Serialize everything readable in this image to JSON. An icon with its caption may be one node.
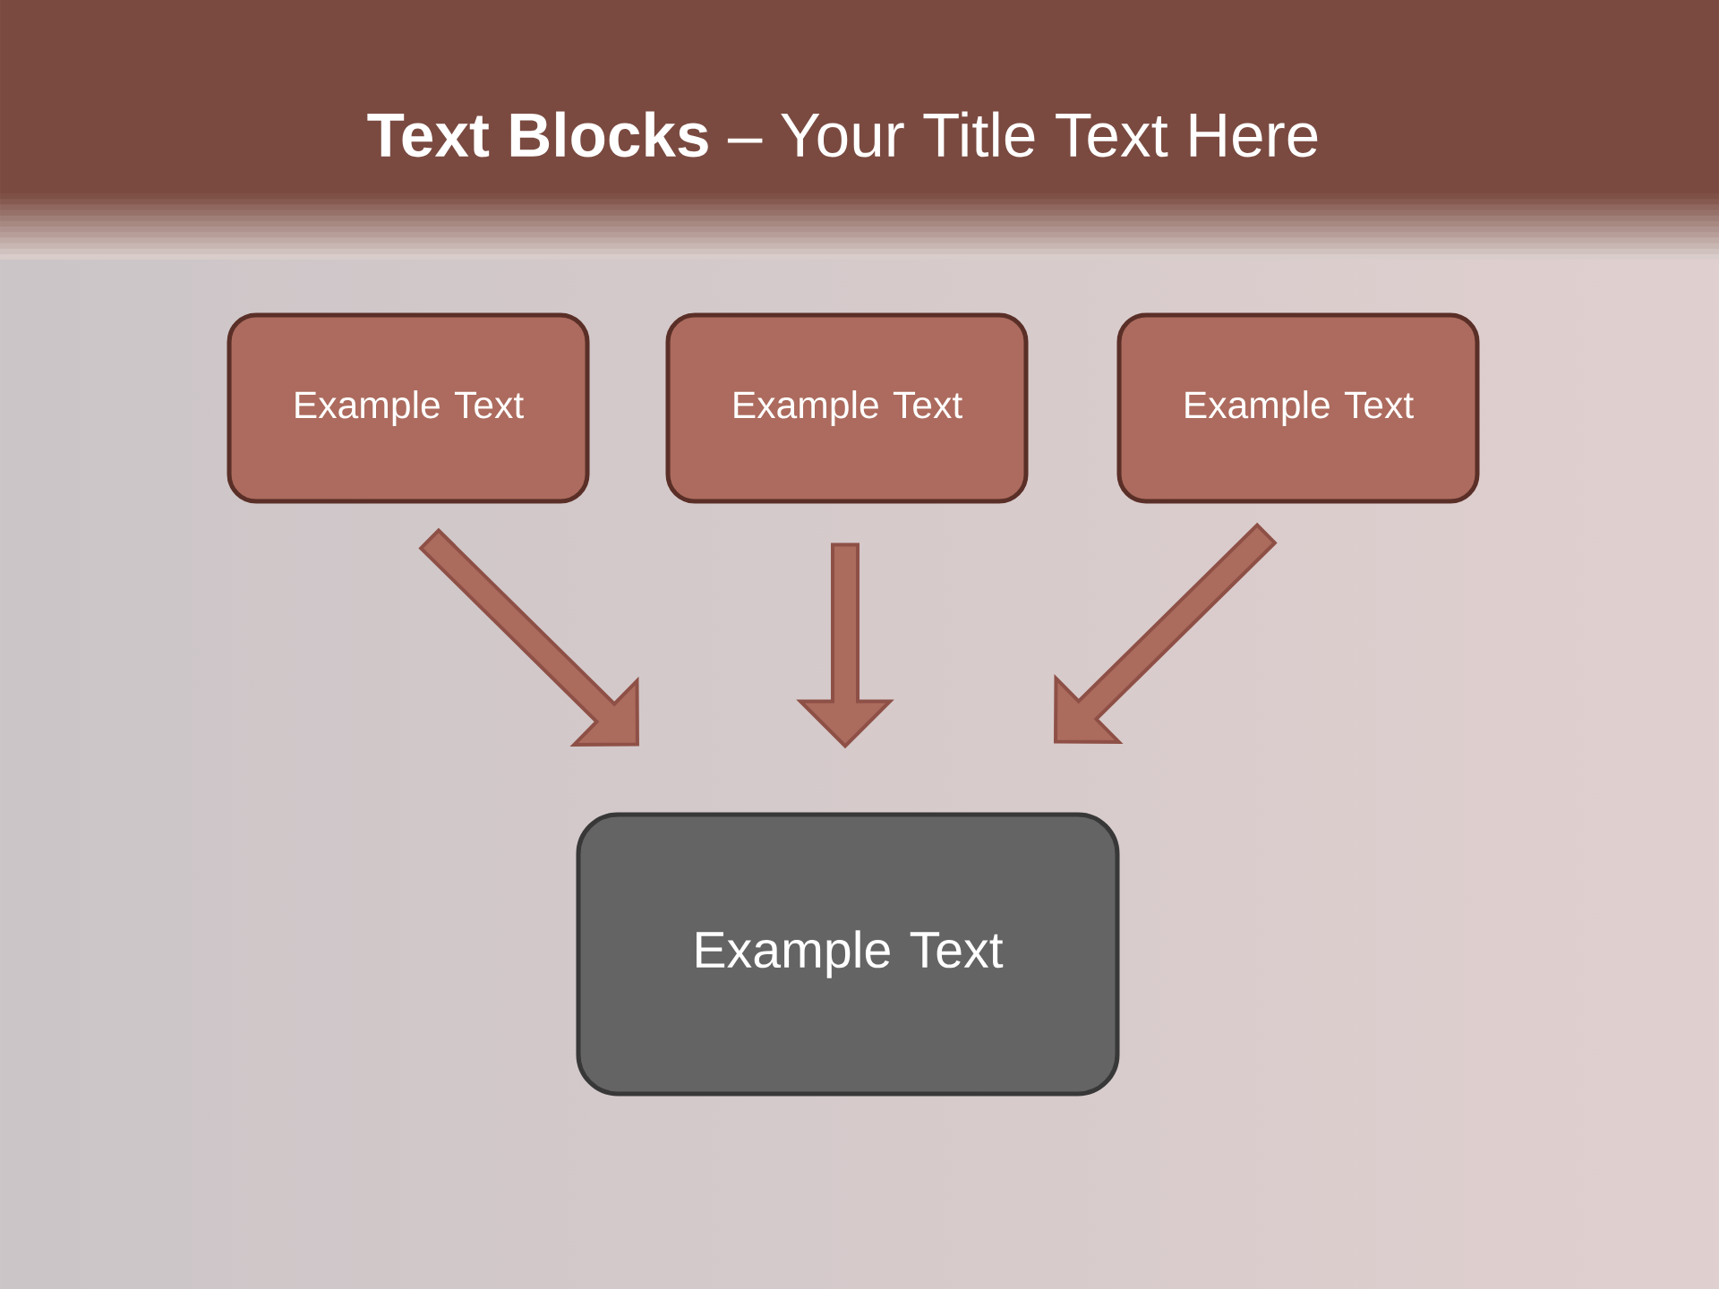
{
  "diagram": {
    "title": "**Text Blocks** – Your Title Text Here",
    "nodes": [
      {
        "text": [
          "Example Text"
        ]
      },
      {
        "text": [
          "Example Text"
        ]
      },
      {
        "text": [
          "Example Text"
        ]
      },
      {
        "text": [
          "Example Text"
        ]
      }
    ],
    "edges": [
      {
        "from": 0,
        "to": 3,
        "arrow": "to"
      },
      {
        "from": 1,
        "to": 3,
        "arrow": "to"
      },
      {
        "from": 2,
        "to": 3,
        "arrow": "to"
      }
    ]
  }
}
